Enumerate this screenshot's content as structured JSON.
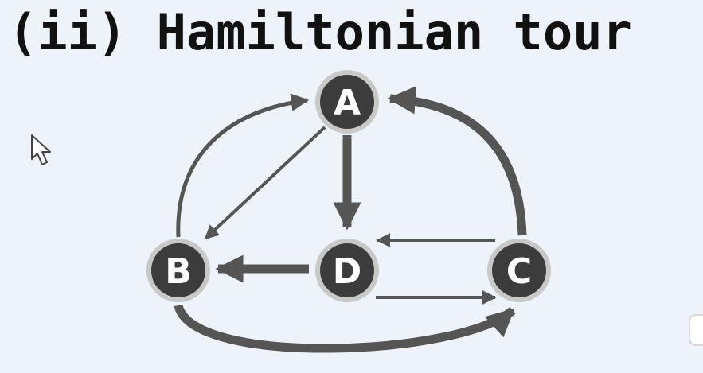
{
  "title": "(ii) Hamiltonian tour",
  "graph": {
    "nodes": [
      {
        "id": "A",
        "label": "A"
      },
      {
        "id": "B",
        "label": "B"
      },
      {
        "id": "D",
        "label": "D"
      },
      {
        "id": "C",
        "label": "C"
      }
    ],
    "edges": [
      {
        "from": "B",
        "to": "A",
        "tour": false
      },
      {
        "from": "A",
        "to": "B",
        "tour": false
      },
      {
        "from": "A",
        "to": "D",
        "tour": true
      },
      {
        "from": "D",
        "to": "B",
        "tour": true
      },
      {
        "from": "B",
        "to": "C",
        "tour": true
      },
      {
        "from": "C",
        "to": "A",
        "tour": true
      },
      {
        "from": "C",
        "to": "D",
        "tour": false
      },
      {
        "from": "D",
        "to": "C",
        "tour": false
      }
    ]
  },
  "colors": {
    "background": "#eef3fa",
    "node_fill": "#3c3c3c",
    "node_ring": "#c8c8c8",
    "edge": "#555555",
    "title": "#111111"
  }
}
